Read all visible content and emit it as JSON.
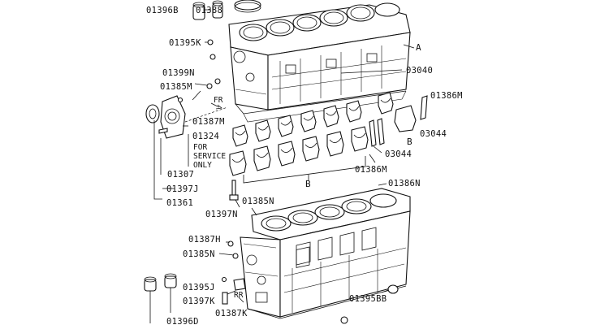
{
  "labels": {
    "p01396B": "01396B",
    "p01388": "01388",
    "p01395K": "01395K",
    "pA": "A",
    "p03040": "03040",
    "p01399N": "01399N",
    "p01385M": "01385M",
    "pFR": "FR",
    "p01386M_top": "01386M",
    "p01387M": "01387M",
    "p01324": "01324",
    "for_service_1": "FOR",
    "for_service_2": "SERVICE",
    "for_service_3": "ONLY",
    "pB_right": "B",
    "p03044_top": "03044",
    "p03044_mid": "03044",
    "p01386M_mid": "01386M",
    "p01307": "01307",
    "p01386N": "01386N",
    "p01397J": "01397J",
    "pB_bottom": "B",
    "p01361": "01361",
    "p01385N_top": "01385N",
    "p01397N": "01397N",
    "p01387H": "01387H",
    "p01385N_low": "01385N",
    "pRR": "RR",
    "p01395J": "01395J",
    "p01397K": "01397K",
    "p01395BB": "01395BB",
    "p01387K": "01387K",
    "p01396D": "01396D"
  }
}
